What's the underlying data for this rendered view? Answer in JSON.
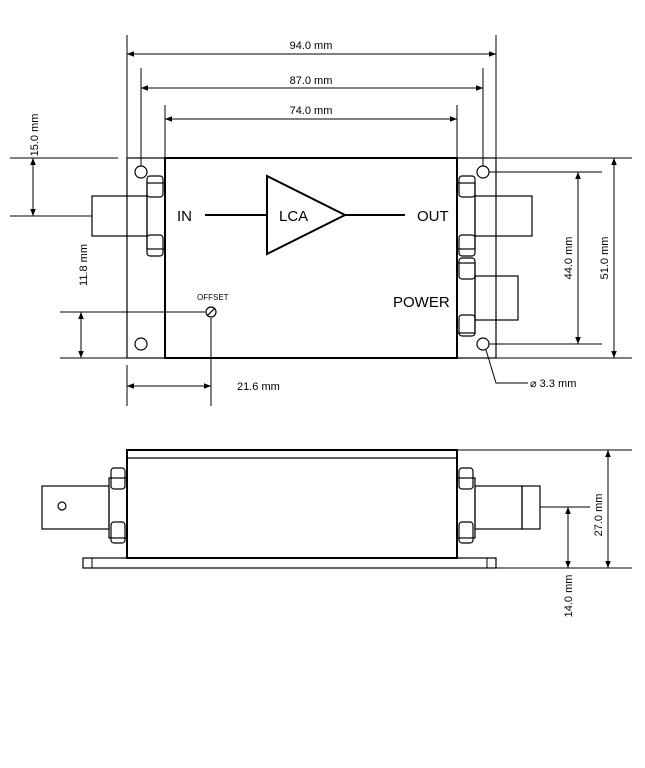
{
  "block": {
    "in_label": "IN",
    "out_label": "OUT",
    "amp_label": "LCA",
    "power_label": "POWER",
    "offset_label": "OFFSET"
  },
  "dimensions": {
    "w94": "94.0 mm",
    "w87": "87.0 mm",
    "w74": "74.0 mm",
    "h15": "15.0 mm",
    "h11_8": "11.8 mm",
    "h44": "44.0 mm",
    "h51": "51.0 mm",
    "w21_6": "21.6 mm",
    "hole": "⌀ 3.3 mm",
    "h27": "27.0 mm",
    "h14": "14.0 mm"
  },
  "colors": {
    "line": "#000000",
    "background": "#ffffff"
  }
}
